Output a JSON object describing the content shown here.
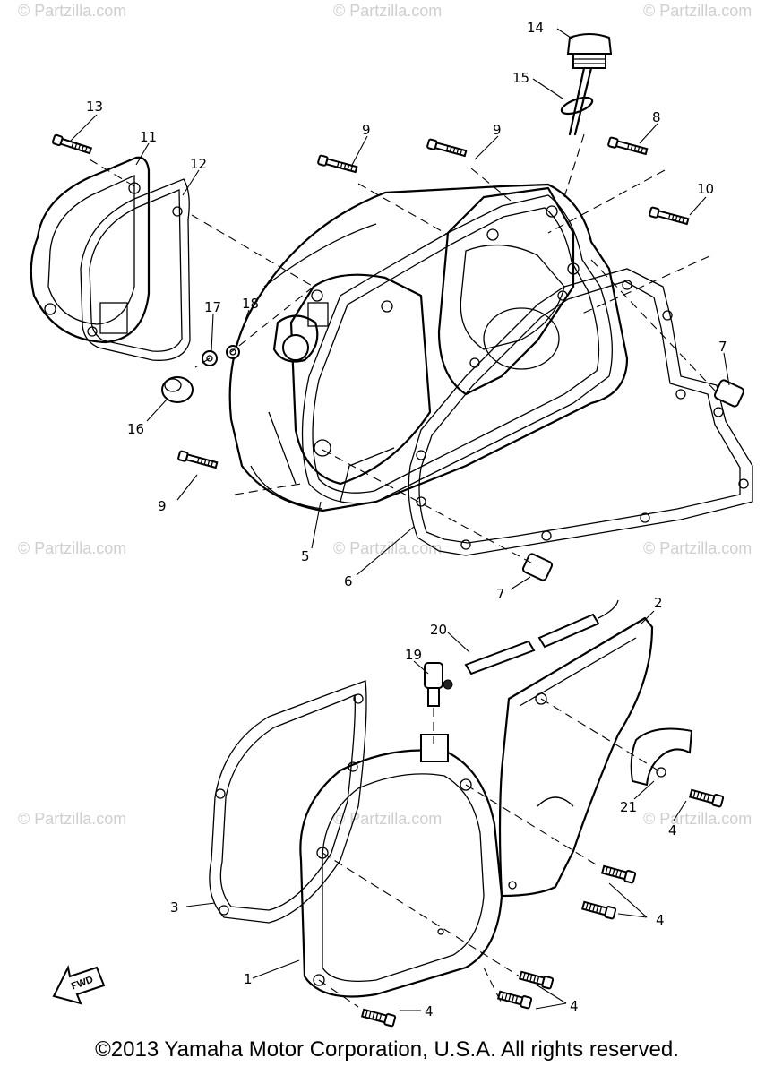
{
  "watermark": "© Partzilla.com",
  "fwd_label": "FWD",
  "copyright": "©2013 Yamaha Motor Corporation, U.S.A. All rights reserved.",
  "callouts": [
    {
      "id": "c14",
      "label": "14"
    },
    {
      "id": "c15",
      "label": "15"
    },
    {
      "id": "c13",
      "label": "13"
    },
    {
      "id": "c11",
      "label": "11"
    },
    {
      "id": "c12",
      "label": "12"
    },
    {
      "id": "c9a",
      "label": "9"
    },
    {
      "id": "c9b",
      "label": "9"
    },
    {
      "id": "c8",
      "label": "8"
    },
    {
      "id": "c10",
      "label": "10"
    },
    {
      "id": "c17",
      "label": "17"
    },
    {
      "id": "c18",
      "label": "18"
    },
    {
      "id": "c16",
      "label": "16"
    },
    {
      "id": "c7a",
      "label": "7"
    },
    {
      "id": "c9c",
      "label": "9"
    },
    {
      "id": "c5",
      "label": "5"
    },
    {
      "id": "c6",
      "label": "6"
    },
    {
      "id": "c7b",
      "label": "7"
    },
    {
      "id": "c2",
      "label": "2"
    },
    {
      "id": "c20",
      "label": "20"
    },
    {
      "id": "c19",
      "label": "19"
    },
    {
      "id": "c21",
      "label": "21"
    },
    {
      "id": "c4a",
      "label": "4"
    },
    {
      "id": "c3",
      "label": "3"
    },
    {
      "id": "c4b",
      "label": "4"
    },
    {
      "id": "c1",
      "label": "1"
    },
    {
      "id": "c4c",
      "label": "4"
    },
    {
      "id": "c4d",
      "label": "4"
    }
  ]
}
